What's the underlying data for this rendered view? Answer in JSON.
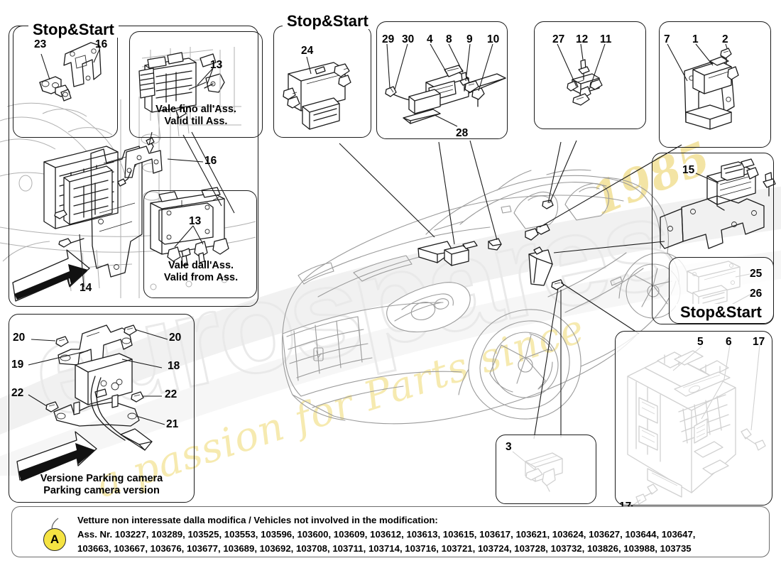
{
  "document": {
    "type": "automotive-parts-exploded-diagram",
    "subject": "Electronic control units and fuse boxes"
  },
  "watermark": {
    "brand": "eurospares",
    "tagline": "a passion for Parts since",
    "year": "1985"
  },
  "panels": [
    {
      "id": "stop-start-left",
      "title": "Stop&Start",
      "callouts": [
        "23",
        "16"
      ],
      "caption": ""
    },
    {
      "id": "valid-till-ass",
      "title": "",
      "callouts": [
        "13"
      ],
      "caption_it": "Vale fino all'Ass.",
      "caption_en": "Valid till Ass."
    },
    {
      "id": "valid-from-ass",
      "title": "",
      "callouts": [
        "13"
      ],
      "caption_it": "Vale dall'Ass.",
      "caption_en": "Valid from Ass."
    },
    {
      "id": "stop-start-ecu",
      "title": "Stop&Start",
      "callouts": [
        "24"
      ],
      "caption": ""
    },
    {
      "id": "antenna-module",
      "title": "",
      "callouts": [
        "29",
        "30",
        "4",
        "8",
        "9",
        "10",
        "28"
      ],
      "caption": ""
    },
    {
      "id": "sensor-assembly",
      "title": "",
      "callouts": [
        "27",
        "12",
        "11"
      ],
      "caption": ""
    },
    {
      "id": "relay-bracket",
      "title": "",
      "callouts": [
        "7",
        "1",
        "2"
      ],
      "caption": ""
    },
    {
      "id": "module-bracket-right",
      "title": "",
      "callouts": [
        "15"
      ],
      "caption": ""
    },
    {
      "id": "stop-start-right",
      "title": "Stop&Start",
      "callouts": [
        "25",
        "26"
      ],
      "caption": ""
    },
    {
      "id": "fuse-box-right",
      "title": "",
      "callouts": [
        "5",
        "6",
        "17",
        "17"
      ],
      "caption": ""
    },
    {
      "id": "small-module",
      "title": "",
      "callouts": [
        "3"
      ],
      "caption": ""
    },
    {
      "id": "parking-camera",
      "title": "",
      "callouts": [
        "20",
        "20",
        "19",
        "18",
        "22",
        "22",
        "21"
      ],
      "caption_it": "Versione Parking camera",
      "caption_en": "Parking camera version"
    },
    {
      "id": "engine-bay-fuse-box",
      "title": "",
      "callouts": [
        "16",
        "14"
      ],
      "caption": ""
    }
  ],
  "callouts": {
    "p1_23": "23",
    "p1_16": "16",
    "p2_13": "13",
    "p3_13": "13",
    "p4_24": "24",
    "p5_29": "29",
    "p5_30": "30",
    "p5_4": "4",
    "p5_8": "8",
    "p5_9": "9",
    "p5_10": "10",
    "p5_28": "28",
    "p6_27": "27",
    "p6_12": "12",
    "p6_11": "11",
    "p7_7": "7",
    "p7_1": "1",
    "p7_2": "2",
    "p8_15": "15",
    "p9_25": "25",
    "p9_26": "26",
    "p10_5": "5",
    "p10_6": "6",
    "p10_17a": "17",
    "p10_17b": "17",
    "p11_3": "3",
    "p12_20a": "20",
    "p12_20b": "20",
    "p12_19": "19",
    "p12_18": "18",
    "p12_22a": "22",
    "p12_22b": "22",
    "p12_21": "21",
    "main_16": "16",
    "main_14": "14"
  },
  "titles": {
    "stop_start_left": "Stop&Start",
    "stop_start_ecu": "Stop&Start",
    "stop_start_right": "Stop&Start"
  },
  "captions": {
    "valid_till_it": "Vale fino all'Ass.",
    "valid_till_en": "Valid till Ass.",
    "valid_from_it": "Vale dall'Ass.",
    "valid_from_en": "Valid from Ass.",
    "parking_it": "Versione Parking camera",
    "parking_en": "Parking camera version"
  },
  "legend": {
    "badge": "A",
    "line1": "Vetture non interessate dalla modifica / Vehicles not involved in the modification:",
    "line2": "Ass. Nr. 103227, 103289, 103525, 103553, 103596, 103600, 103609, 103612, 103613, 103615, 103617, 103621, 103624, 103627, 103644, 103647,",
    "line3": "103663, 103667, 103676, 103677, 103689, 103692, 103708, 103711, 103714, 103716, 103721, 103724, 103728, 103732, 103826, 103988, 103735",
    "badge_color": "#f5e342"
  },
  "colors": {
    "line": "#1a1a1a",
    "light_line": "#8a8a8a",
    "fill": "#f2f2f2",
    "watermark_gray": "#e9e9e9",
    "watermark_yellow": "#f3e4a4",
    "badge_yellow": "#f5e342"
  }
}
